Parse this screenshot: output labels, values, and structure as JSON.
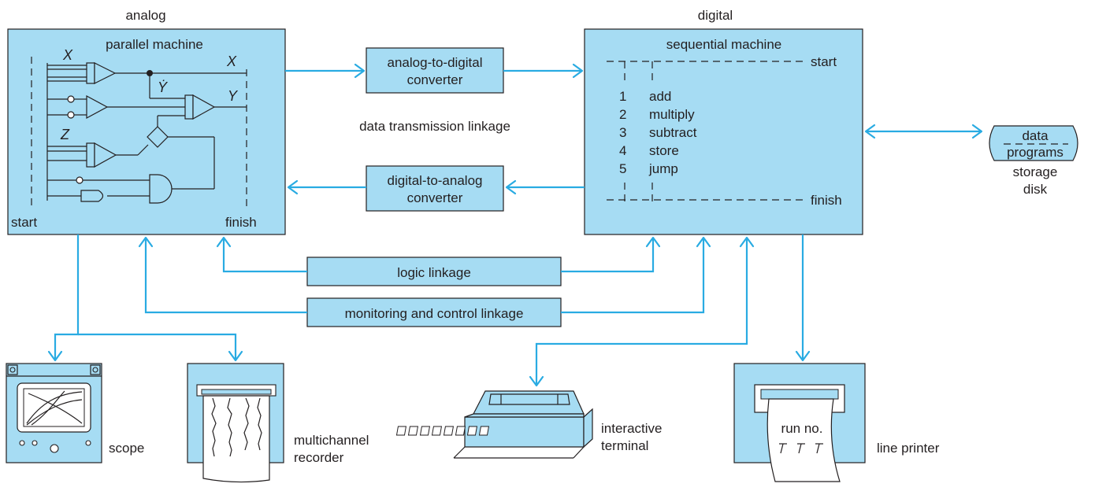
{
  "analog_section": {
    "heading": "analog",
    "machine_title": "parallel machine",
    "start_label": "start",
    "finish_label": "finish",
    "var_x_in": "X",
    "var_x_out": "X",
    "var_y_dot": "Ẏ",
    "var_y": "Y",
    "var_z": "Z"
  },
  "digital_section": {
    "heading": "digital",
    "machine_title": "sequential machine",
    "start_label": "start",
    "finish_label": "finish",
    "program": [
      {
        "num": "1",
        "op": "add"
      },
      {
        "num": "2",
        "op": "multiply"
      },
      {
        "num": "3",
        "op": "subtract"
      },
      {
        "num": "4",
        "op": "store"
      },
      {
        "num": "5",
        "op": "jump"
      }
    ]
  },
  "converters": {
    "adc_line1": "analog-to-digital",
    "adc_line2": "converter",
    "dac_line1": "digital-to-analog",
    "dac_line2": "converter",
    "transmission_label": "data transmission linkage"
  },
  "linkages": {
    "logic": "logic linkage",
    "monitoring": "monitoring and control linkage"
  },
  "storage": {
    "data": "data",
    "programs": "programs",
    "caption_line1": "storage",
    "caption_line2": "disk"
  },
  "peripherals": {
    "scope": "scope",
    "recorder_line1": "multichannel",
    "recorder_line2": "recorder",
    "terminal_line1": "interactive",
    "terminal_line2": "terminal",
    "printer": "line printer",
    "printout_text": "run no."
  },
  "colors": {
    "box_fill": "#a6dcf3",
    "connector": "#29abe2",
    "outline": "#231f20"
  }
}
